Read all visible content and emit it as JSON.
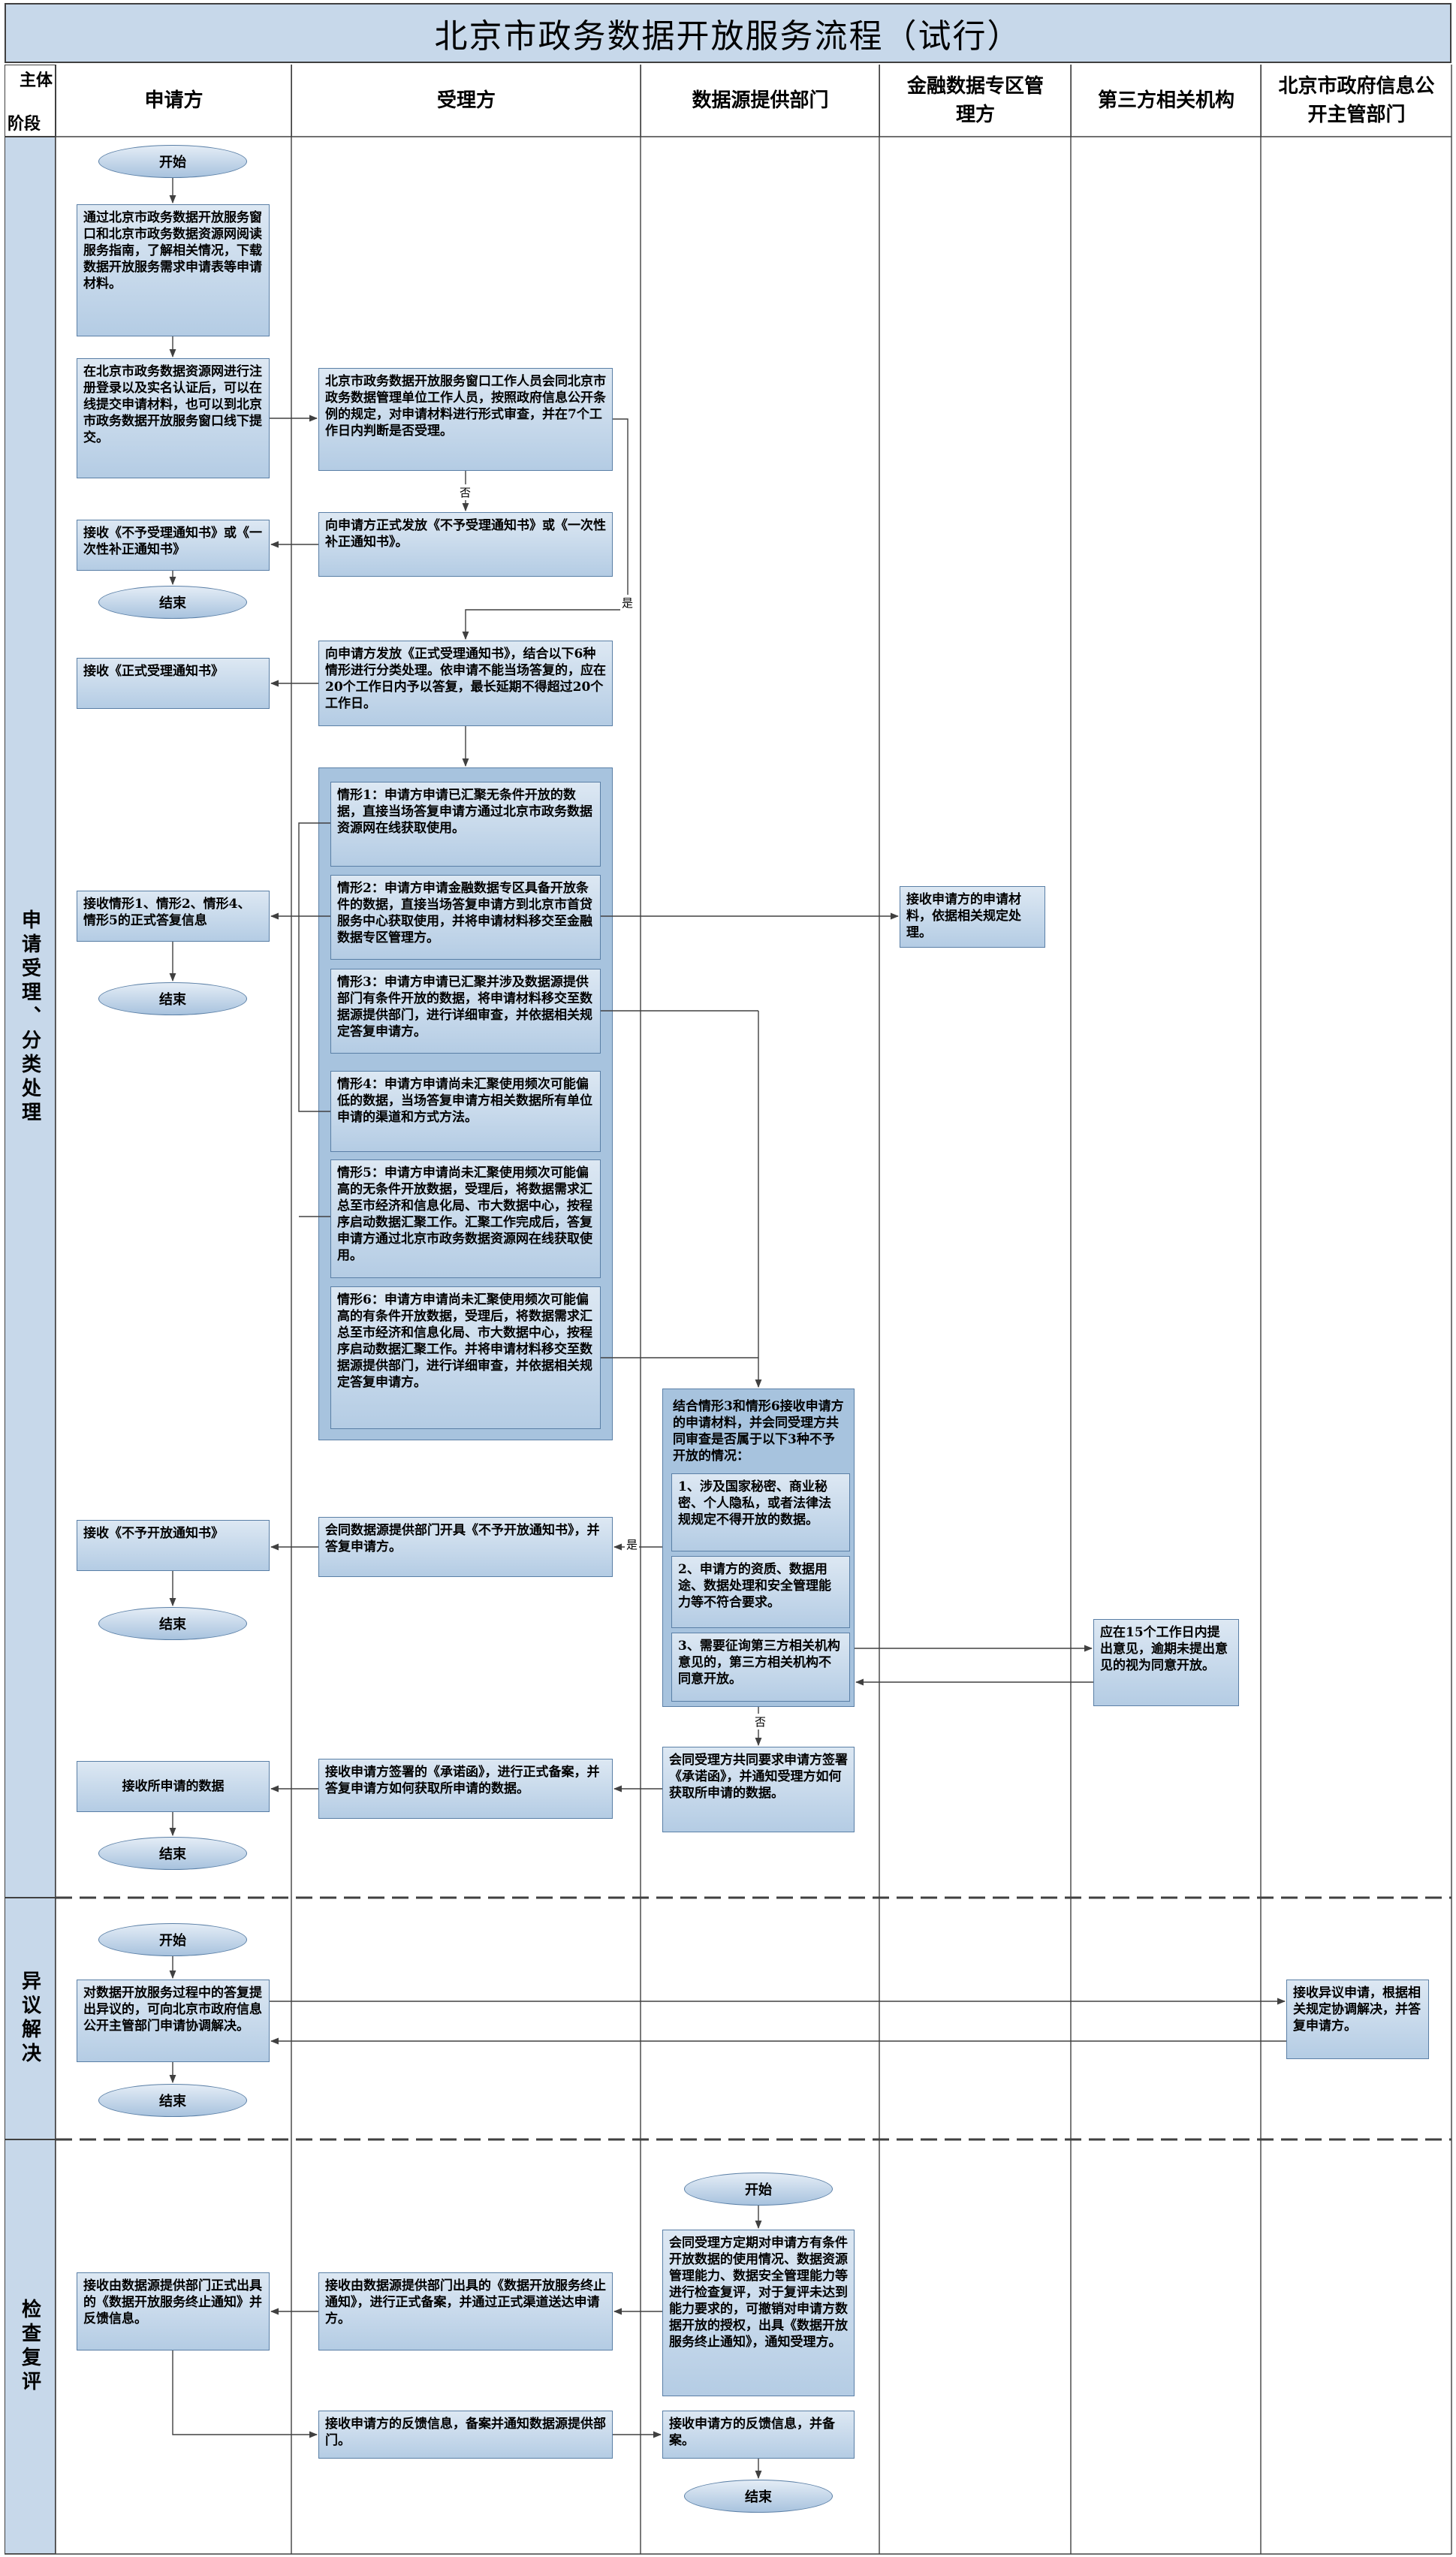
{
  "title": "北京市政务数据开放服务流程（试行）",
  "corner": {
    "subject": "主体",
    "stage": "阶段"
  },
  "columns": [
    "申请方",
    "受理方",
    "数据源提供部门",
    "金融数据专区管理方",
    "第三方相关机构",
    "北京市政府信息公开主管部门"
  ],
  "phases": [
    "申请受理、分类处理",
    "异议解决",
    "检查复评"
  ],
  "labels": {
    "start": "开始",
    "end": "结束",
    "yes": "是",
    "no": "否"
  },
  "boxes": {
    "a1": "通过北京市政务数据开放服务窗口和北京市政务数据资源网阅读服务指南，了解相关情况，下载数据开放服务需求申请表等申请材料。",
    "a2": "在北京市政务数据资源网进行注册登录以及实名认证后，可以在线提交申请材料，也可以到北京市政务数据开放服务窗口线下提交。",
    "b1": "北京市政务数据开放服务窗口工作人员会同北京市政务数据管理单位工作人员，按照政府信息公开条例的规定，对申请材料进行形式审查，并在7个工作日内判断是否受理。",
    "b2": "向申请方正式发放《不予受理通知书》或《一次性补正通知书》。",
    "a3": "接收《不予受理通知书》或《一次性补正通知书》",
    "b3": "向申请方发放《正式受理通知书》，结合以下6种情形进行分类处理。依申请不能当场答复的，应在20个工作日内予以答复，最长延期不得超过20个工作日。",
    "a4": "接收《正式受理通知书》",
    "s1": "情形1：申请方申请已汇聚无条件开放的数据，直接当场答复申请方通过北京市政务数据资源网在线获取使用。",
    "s2": "情形2：申请方申请金融数据专区具备开放条件的数据，直接当场答复申请方到北京市首贷服务中心获取使用，并将申请材料移交至金融数据专区管理方。",
    "s3": "情形3：申请方申请已汇聚并涉及数据源提供部门有条件开放的数据，将申请材料移交至数据源提供部门，进行详细审查，并依据相关规定答复申请方。",
    "s4": "情形4：申请方申请尚未汇聚使用频次可能偏低的数据，当场答复申请方相关数据所有单位申请的渠道和方式方法。",
    "s5": "情形5：申请方申请尚未汇聚使用频次可能偏高的无条件开放数据，受理后，将数据需求汇总至市经济和信息化局、市大数据中心，按程序启动数据汇聚工作。汇聚工作完成后，答复申请方通过北京市政务数据资源网在线获取使用。",
    "s6": "情形6：申请方申请尚未汇聚使用频次可能偏高的有条件开放数据，受理后，将数据需求汇总至市经济和信息化局、市大数据中心，按程序启动数据汇聚工作。并将申请材料移交至数据源提供部门，进行详细审查，并依据相关规定答复申请方。",
    "a5": "接收情形1、情形2、情形4、情形5的正式答复信息",
    "f1": "接收申请方的申请材料，依据相关规定处理。",
    "c0": "结合情形3和情形6接收申请方的申请材料，并会同受理方共同审查是否属于以下3种不予开放的情况：",
    "c1": "1、涉及国家秘密、商业秘密、个人隐私，或者法律法规规定不得开放的数据。",
    "c2": "2、申请方的资质、数据用途、数据处理和安全管理能力等不符合要求。",
    "c3": "3、需要征询第三方相关机构意见的，第三方相关机构不同意开放。",
    "t1": "应在15个工作日内提出意见，逾期未提出意见的视为同意开放。",
    "b4": "会同数据源提供部门开具《不予开放通知书》，并答复申请方。",
    "a6": "接收《不予开放通知书》",
    "c4": "会同受理方共同要求申请方签署《承诺函》，并通知受理方如何获取所申请的数据。",
    "b5": "接收申请方签署的《承诺函》，进行正式备案，并答复申请方如何获取所申请的数据。",
    "a7": "接收所申请的数据",
    "a8": "对数据开放服务过程中的答复提出异议的，可向北京市政府信息公开主管部门申请协调解决。",
    "g1": "接收异议申请，根据相关规定协调解决，并答复申请方。",
    "c5": "会同受理方定期对申请方有条件开放数据的使用情况、数据资源管理能力、数据安全管理能力等进行检查复评，对于复评未达到能力要求的，可撤销对申请方数据开放的授权，出具《数据开放服务终止通知》，通知受理方。",
    "b6": "接收由数据源提供部门出具的《数据开放服务终止通知》，进行正式备案，并通过正式渠道送达申请方。",
    "a9": "接收由数据源提供部门正式出具的《数据开放服务终止通知》并反馈信息。",
    "b7": "接收申请方的反馈信息，备案并通知数据源提供部门。",
    "c6": "接收申请方的反馈信息，并备案。"
  },
  "colors": {
    "header": "#c7d8ea",
    "box_top": "#dde8f3",
    "box_bottom": "#b4cce4",
    "border": "#5a7fa6",
    "line": "#404040"
  }
}
